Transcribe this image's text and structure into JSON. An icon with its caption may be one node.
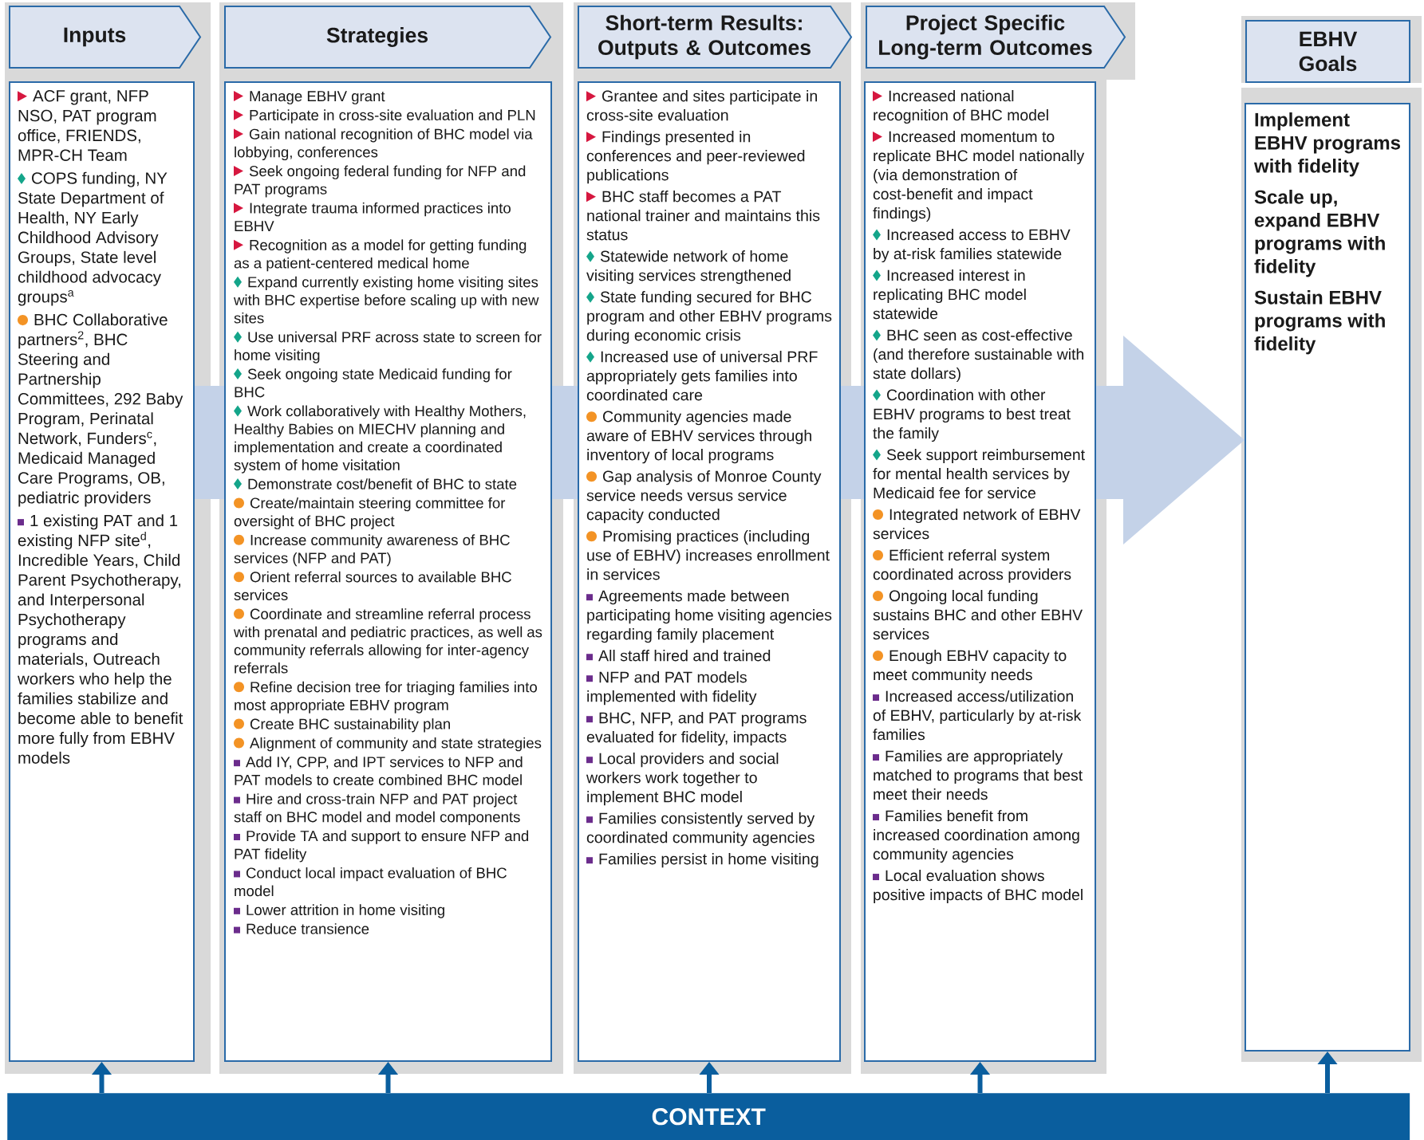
{
  "diagram": {
    "nodes": [
      {
        "text": [
          "Inputs"
        ]
      },
      {
        "text": [
          "Strategies"
        ]
      },
      {
        "text": [
          "Short-term Results: Outputs & Outcomes"
        ]
      },
      {
        "text": [
          "Project Specific Long-term Outcomes"
        ]
      },
      {
        "text": [
          "EBHV Goals"
        ]
      },
      {
        "text": [
          "ACF grant, NFP NSO, PAT program office, FRIENDS, MPR-CH Team",
          "COPS funding, NY State Department of Health, NY Early Childhood Advisory Groups, State level childhood advocacy groups$^{a}$",
          "BHC Collaborative partners$^{2}$, BHC Steering and Partnership Committees, 292 Baby Program, Perinatal Network, Funders$^{c}$, Medicaid Managed Care Programs, OB, pediatric providers",
          "1 existing PAT and 1 existing NFP site$^{d}$, Incredible Years, Child Parent Psychotherapy, and Interpersonal Psychotherapy programs and materials, Outreach workers who help the families stabilize and become able to benefit more fully from EBHV models"
        ]
      },
      {
        "text": [
          "Manage EBHV grant",
          "Participate in cross-site evaluation and PLN",
          "Gain national recognition of BHC model via lobbying, conferences",
          "Seek ongoing federal funding for NFP and PAT programs",
          "Integrate trauma informed practices into EBHV",
          "Recognition as a model for getting funding as a patient-centered medical home",
          "Expand currently existing home visiting sites with BHC expertise before scaling up with new sites",
          "Use universal PRF across state to screen for home visiting",
          "Seek ongoing state Medicaid funding for BHC",
          "Work collaboratively with Healthy Mothers, Healthy Babies on MIECHV planning and implementation and create a coordinated system of home visitation",
          "Demonstrate cost/benefit of BHC to state",
          "Create/maintain steering committee for oversight of BHC project",
          "Increase community awareness of BHC services (NFP and PAT)",
          "Orient referral sources to available BHC services",
          "Coordinate and streamline referral process with prenatal and pediatric practices, as well as community referrals allowing for inter-agency referrals",
          "Refine decision tree for triaging families into most appropriate EBHV program",
          "Create BHC sustainability plan",
          "Alignment of community and state strategies",
          "Add IY, CPP, and IPT services to NFP and PAT models to create combined BHC model",
          "Hire and cross-train NFP and PAT project staff on BHC model and model components",
          "Provide TA and support to ensure NFP and PAT fidelity",
          "Conduct local impact evaluation of BHC model",
          "Lower attrition in home visiting",
          "Reduce transience"
        ]
      },
      {
        "text": [
          "Grantee and sites participate in cross-site evaluation",
          "Findings presented in conferences and peer-reviewed publications",
          "BHC staff becomes a PAT national trainer and maintains this status",
          "Statewide network of home visiting services strengthened",
          "State funding secured for BHC program and other EBHV programs during economic crisis",
          "Increased use of universal PRF appropriately gets families into coordinated care",
          "Community agencies made aware of EBHV services through inventory of local programs",
          "Gap analysis of Monroe County service needs versus service capacity conducted",
          "Promising practices (including use of EBHV) increases enrollment in services",
          "Agreements made between participating home visiting agencies regarding family placement",
          "All staff hired and trained",
          "NFP and PAT models implemented with fidelity",
          "BHC, NFP, and PAT programs evaluated for fidelity, impacts",
          "Local providers and social workers work together to implement BHC model",
          "Families consistently served by coordinated community agencies",
          "Families persist in home visiting"
        ]
      },
      {
        "text": [
          "Increased national recognition of BHC model",
          "Increased momentum to replicate BHC model nationally (via demonstration of cost-benefit and impact findings)",
          "Increased access to EBHV by at-risk families statewide",
          "Increased interest in replicating BHC model statewide",
          "BHC seen as cost-effective (and therefore sustainable with state dollars)",
          "Coordination with other EBHV programs to best treat the family",
          "Seek support reimbursement for mental health services by Medicaid fee for service",
          "Integrated network of EBHV services",
          "Efficient referral system coordinated across providers",
          "Ongoing local funding sustains BHC and other EBHV services",
          "Enough EBHV capacity to meet community needs",
          "Increased access/utilization of EBHV, particularly by at-risk families",
          "Families are appropriately matched to programs that best meet their needs",
          "Families benefit from increased coordination among community agencies",
          "Local evaluation shows positive impacts of BHC model"
        ]
      },
      {
        "text": [
          "Implement EBHV programs with fidelity",
          "Scale up, expand EBHV programs with fidelity",
          "Sustain EBHV programs with fidelity"
        ]
      },
      {
        "text": [
          "CONTEXT"
        ]
      }
    ],
    "edges": [
      {
        "from": 5,
        "to": 9,
        "arrow": "to",
        "style": "thick",
        "color": "#c4d2e8"
      },
      {
        "from": 10,
        "to": 5,
        "arrow": "to"
      },
      {
        "from": 10,
        "to": 6,
        "arrow": "to"
      },
      {
        "from": 10,
        "to": 7,
        "arrow": "to"
      },
      {
        "from": 10,
        "to": 8,
        "arrow": "to"
      },
      {
        "from": 10,
        "to": 9,
        "arrow": "to"
      }
    ]
  }
}
